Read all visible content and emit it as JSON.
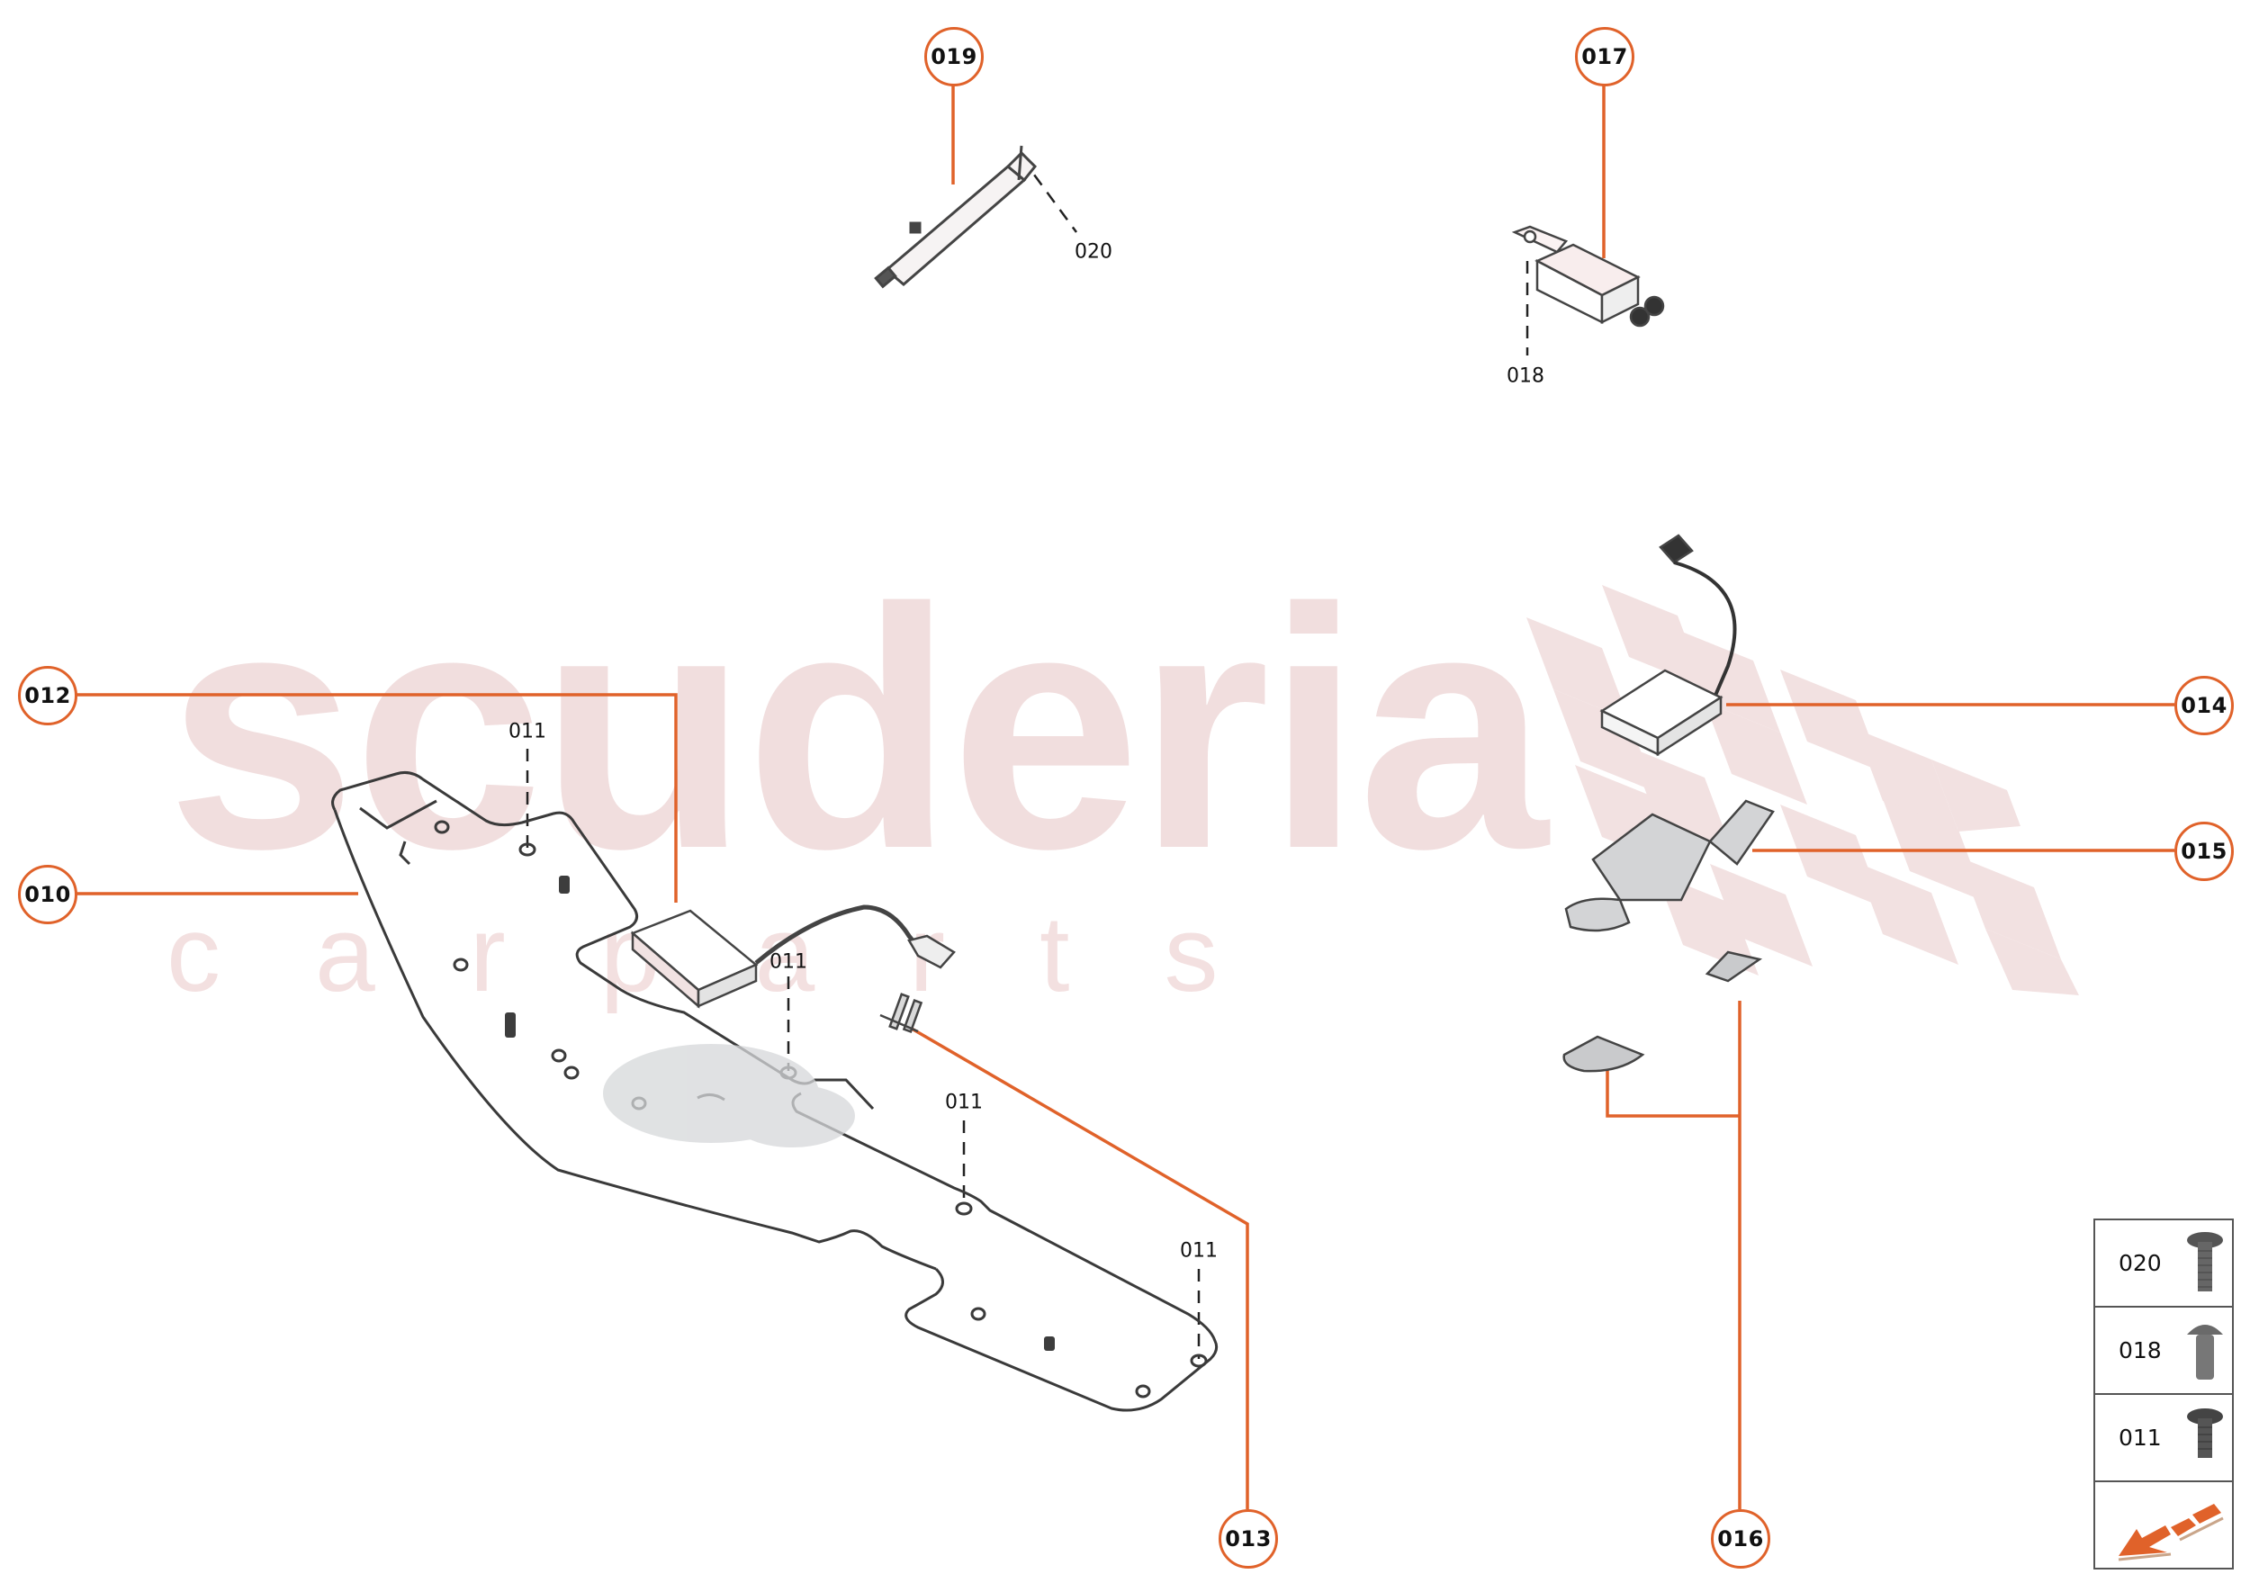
{
  "watermark": {
    "brand": "scuderia",
    "sub": "carparts"
  },
  "colors": {
    "accent": "#e0622a",
    "line": "#3a3a3a",
    "watermark": "#f1dede",
    "part_fill": "#cfd0d2"
  },
  "callouts": [
    {
      "id": "010",
      "label": "010"
    },
    {
      "id": "012",
      "label": "012"
    },
    {
      "id": "013",
      "label": "013"
    },
    {
      "id": "014",
      "label": "014"
    },
    {
      "id": "015",
      "label": "015"
    },
    {
      "id": "016",
      "label": "016"
    },
    {
      "id": "017",
      "label": "017"
    },
    {
      "id": "019",
      "label": "019"
    }
  ],
  "labels": {
    "screw_020": "020",
    "screw_018": "018",
    "screw_011_a": "011",
    "screw_011_b": "011",
    "screw_011_c": "011",
    "screw_011_d": "011"
  },
  "legend": {
    "rows": [
      {
        "code": "020",
        "icon": "flange-screw-icon"
      },
      {
        "code": "018",
        "icon": "round-head-screw-icon"
      },
      {
        "code": "011",
        "icon": "flange-screw-icon"
      }
    ],
    "nav_icon": "orange-direction-arrow-icon"
  }
}
